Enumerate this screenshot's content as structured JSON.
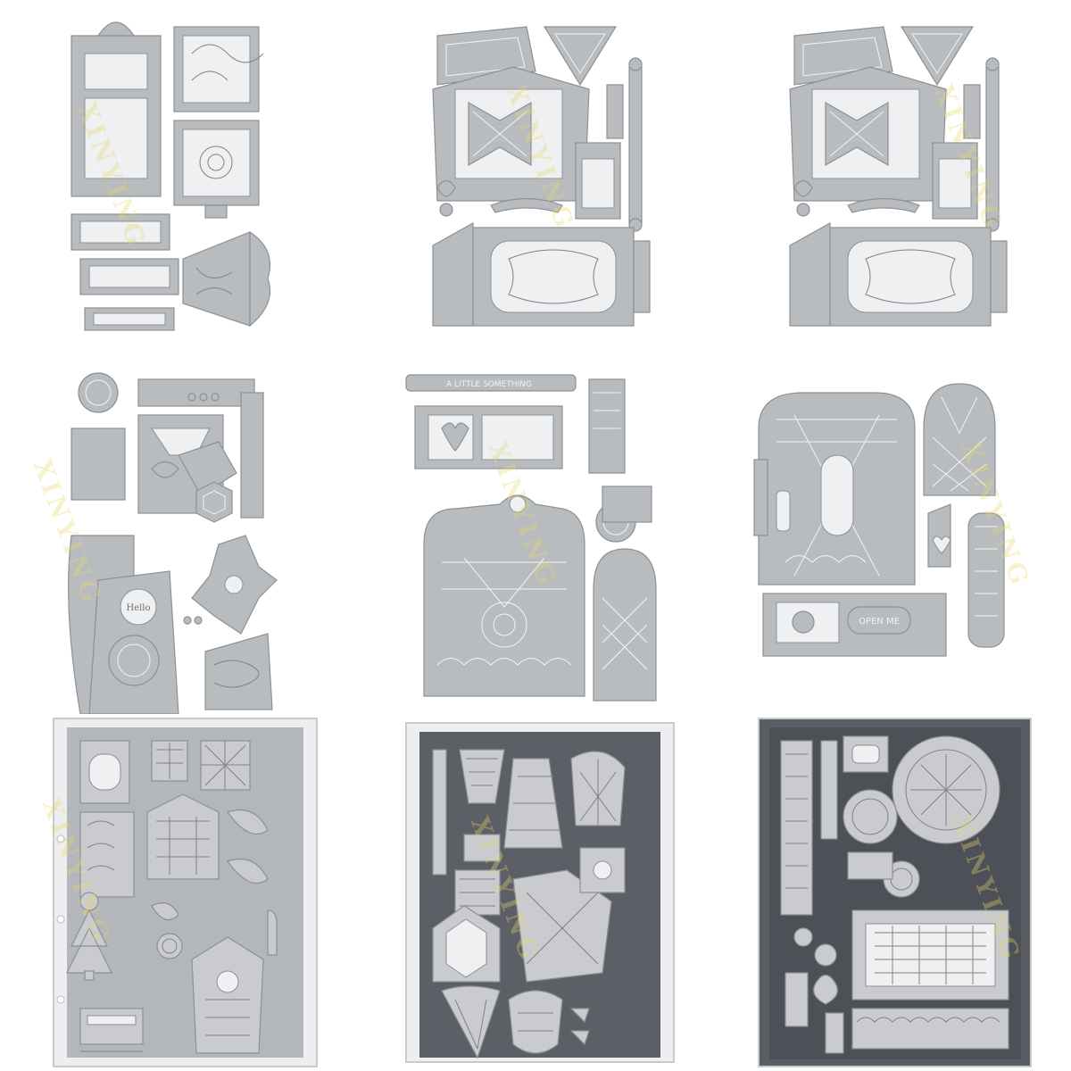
{
  "image": {
    "layout": "3x3 product photo collage of metal cutting dies",
    "watermark_text": "XINYING",
    "colors": {
      "background": "#ffffff",
      "metal": "#b9bcbf",
      "dark_sheet": "#5c6066",
      "watermark": "#e8d66e"
    }
  },
  "panels": [
    {
      "row": 1,
      "col": 1,
      "kind": "die-set-on-white",
      "style": "gift box tag set"
    },
    {
      "row": 1,
      "col": 2,
      "kind": "die-set-on-white",
      "style": "slider box set"
    },
    {
      "row": 1,
      "col": 3,
      "kind": "die-set-on-white",
      "style": "slider box set (repeat)"
    },
    {
      "row": 2,
      "col": 1,
      "kind": "die-set-on-white",
      "style": "vintage telephone set",
      "label_text": "Hello"
    },
    {
      "row": 2,
      "col": 2,
      "kind": "die-set-on-white",
      "style": "purse with lattice door",
      "label_text": "A LITTLE SOMETHING"
    },
    {
      "row": 2,
      "col": 3,
      "kind": "die-set-on-white",
      "style": "lattice purse set",
      "label_text": "OPEN ME"
    },
    {
      "row": 3,
      "col": 1,
      "kind": "die-set-in-sleeve",
      "style": "birdhouse set"
    },
    {
      "row": 3,
      "col": 2,
      "kind": "die-set-in-sleeve",
      "style": "lantern set"
    },
    {
      "row": 3,
      "col": 3,
      "kind": "die-set-in-sleeve",
      "style": "round doily set"
    }
  ],
  "texts": {
    "p21_label": "Hello",
    "p22_banner": "A LITTLE SOMETHING",
    "p23_tag": "OPEN ME"
  }
}
